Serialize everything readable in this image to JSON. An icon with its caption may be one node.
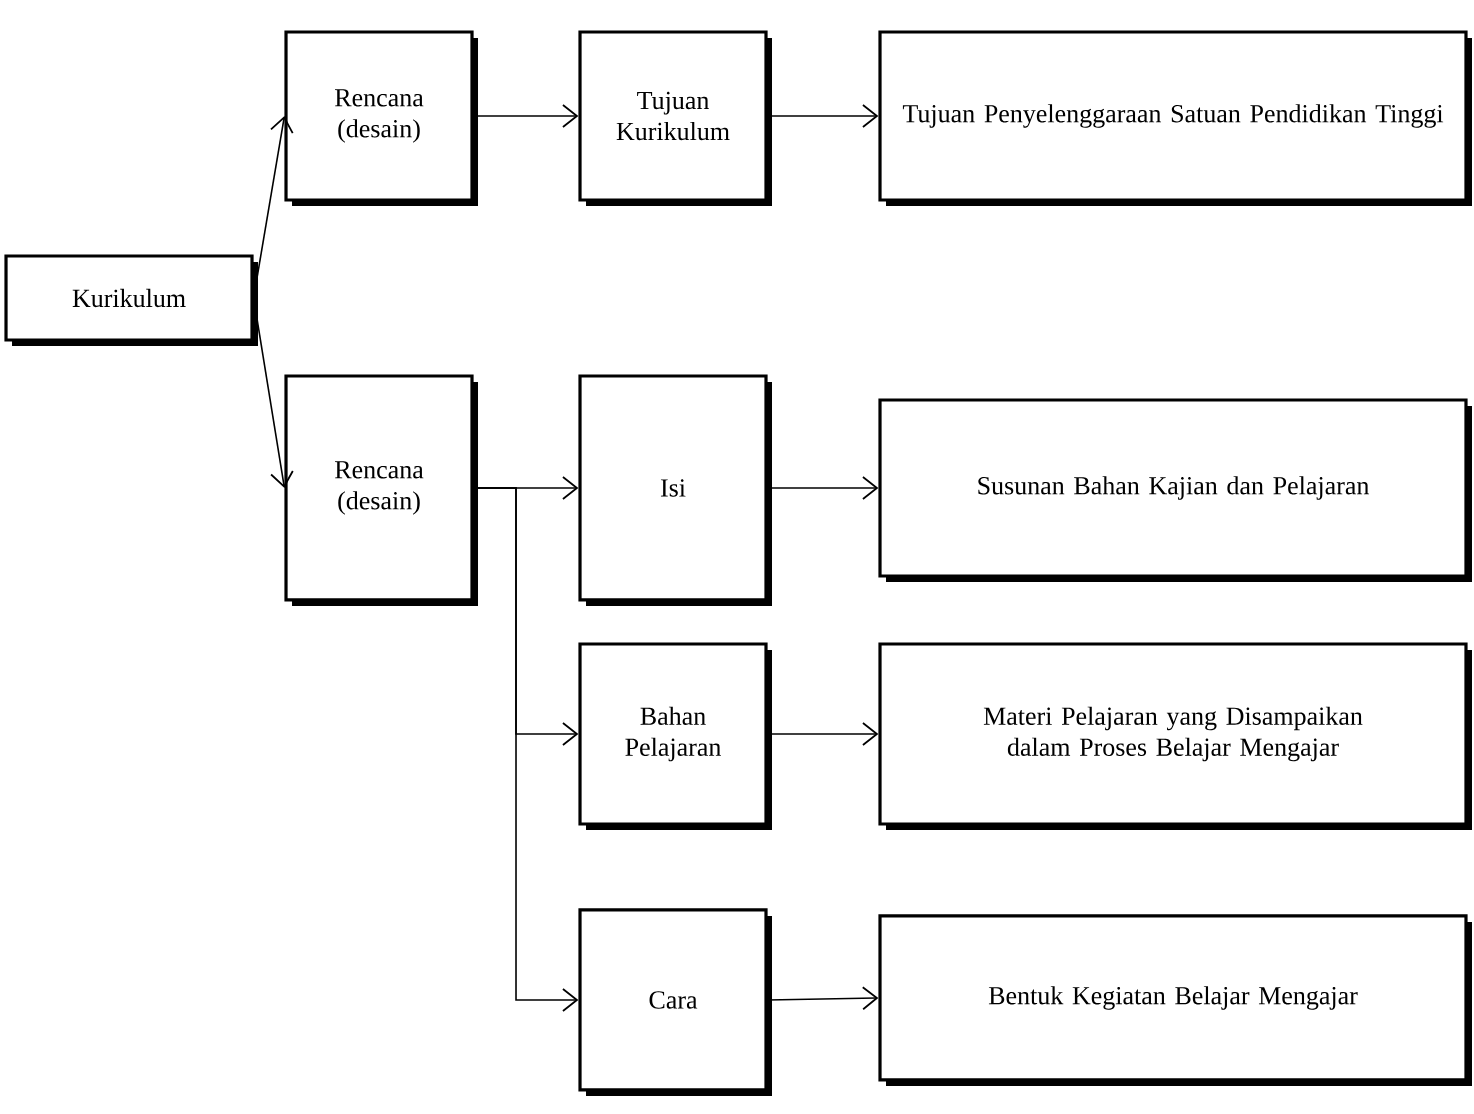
{
  "diagram": {
    "nodes": [
      {
        "text": [
          "Kurikulum"
        ]
      },
      {
        "text": [
          "Rencana (desain)"
        ]
      },
      {
        "text": [
          "Tujuan Kurikulum"
        ]
      },
      {
        "text": [
          "Tujuan Penyelenggaraan Satuan Pendidikan Tinggi"
        ]
      },
      {
        "text": [
          "Rencana (desain)"
        ]
      },
      {
        "text": [
          "Isi"
        ]
      },
      {
        "text": [
          "Susunan Bahan Kajian dan Pelajaran"
        ]
      },
      {
        "text": [
          "Bahan Pelajaran"
        ]
      },
      {
        "text": [
          "Materi Pelajaran yang Disampaikan dalam Proses Belajar Mengajar"
        ]
      },
      {
        "text": [
          "Cara"
        ]
      },
      {
        "text": [
          "Bentuk Kegiatan Belajar Mengajar"
        ]
      }
    ],
    "edges": [
      {
        "from": 0,
        "to": 1,
        "arrow": "to"
      },
      {
        "from": 0,
        "to": 4,
        "arrow": "to"
      },
      {
        "from": 1,
        "to": 2,
        "arrow": "to"
      },
      {
        "from": 2,
        "to": 3,
        "arrow": "to"
      },
      {
        "from": 4,
        "to": 5,
        "arrow": "to"
      },
      {
        "from": 4,
        "to": 7,
        "arrow": "to"
      },
      {
        "from": 4,
        "to": 9,
        "arrow": "to"
      },
      {
        "from": 5,
        "to": 6,
        "arrow": "to"
      },
      {
        "from": 7,
        "to": 8,
        "arrow": "to"
      },
      {
        "from": 9,
        "to": 10,
        "arrow": "to"
      }
    ]
  }
}
